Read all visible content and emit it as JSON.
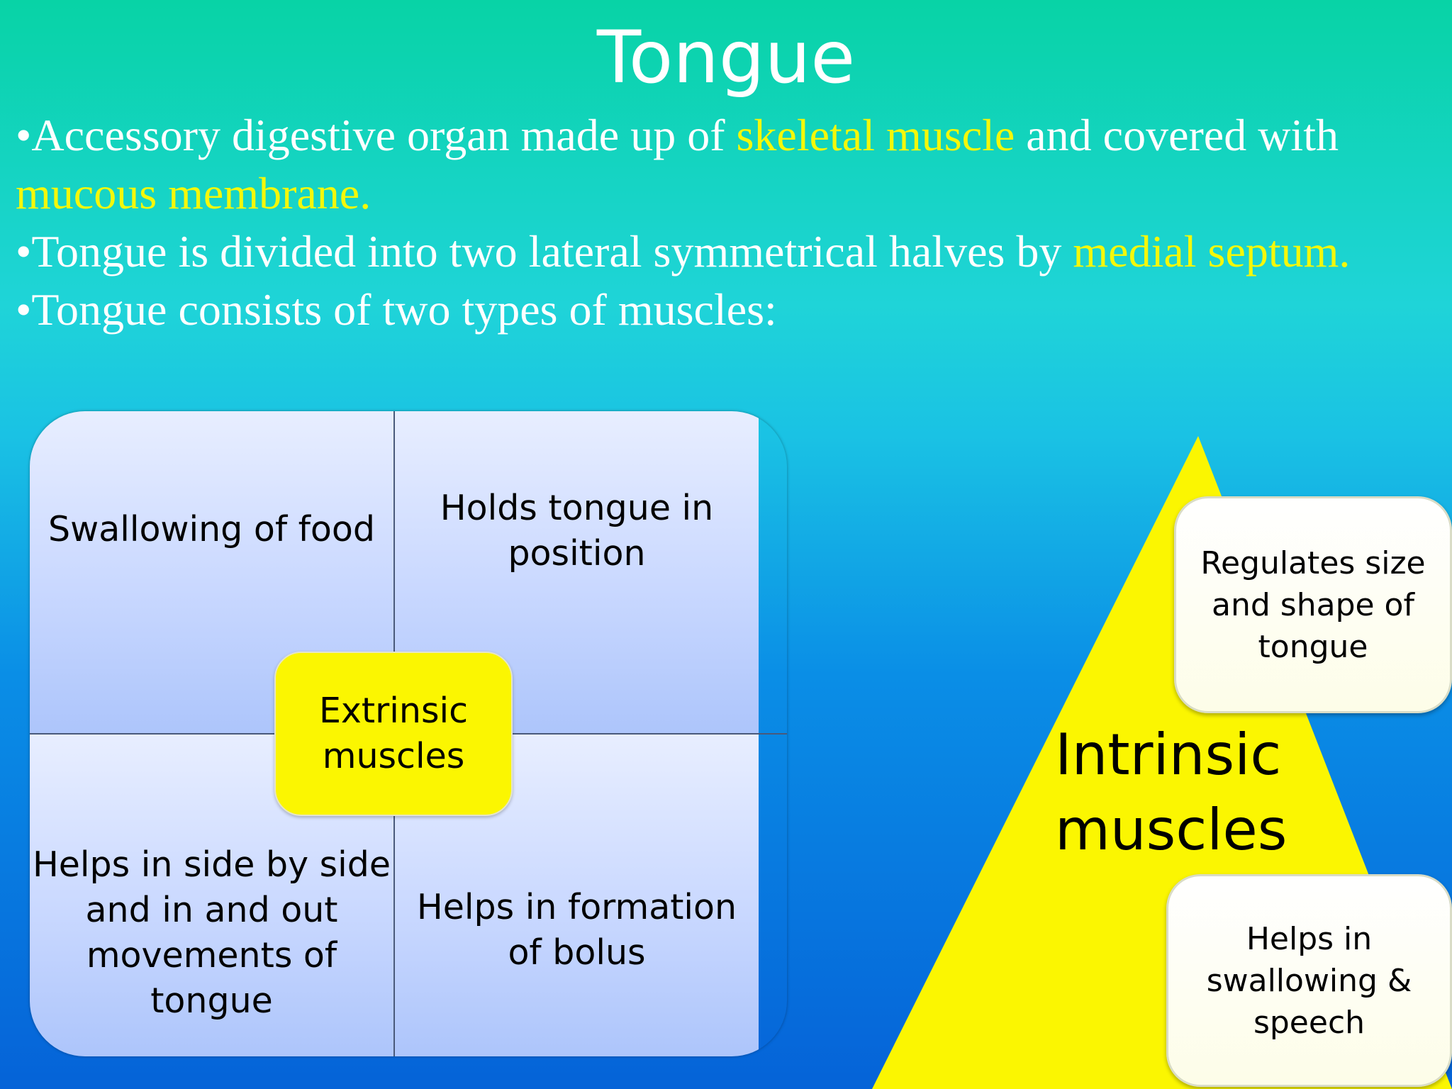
{
  "slide": {
    "title": "Tongue",
    "bullets": [
      {
        "prefix": "•Accessory digestive organ made up of ",
        "highlight1": "skeletal muscle",
        "middle": " and covered with ",
        "highlight2": "mucous membrane."
      },
      {
        "prefix": "•Tongue is divided into two lateral symmetrical  halves by ",
        "highlight1": "medial septum."
      },
      {
        "text": "•Tongue consists of two types of muscles:"
      }
    ],
    "highlight_color": "#f4f80a"
  },
  "extrinsic": {
    "center": "Extrinsic muscles",
    "quadrants": [
      "Swallowing of food",
      "Holds tongue in position",
      "Helps in side by side and in and out movements of tongue",
      "Helps in formation of bolus"
    ]
  },
  "intrinsic": {
    "label": "Intrinsic muscles",
    "items": [
      "Regulates size and shape of tongue",
      "Helps in swallowing & speech"
    ]
  },
  "colors": {
    "pyramid": "#fbf601",
    "center_box": "#fbf601"
  }
}
